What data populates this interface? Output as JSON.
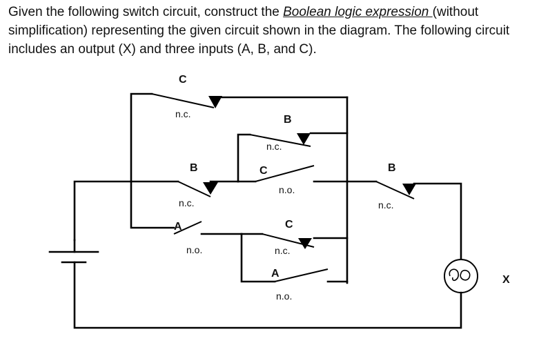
{
  "question": {
    "part1": "Given the following switch circuit, construct the ",
    "link": "Boolean logic expression ",
    "part2": "(without simplification) representing the given circuit shown in the diagram. The following circuit includes an output (X) and three inputs (A, B, and C)."
  },
  "diagram": {
    "switches": {
      "s_top": {
        "input": "C",
        "type": "n.c."
      },
      "s_b_mid": {
        "input": "B",
        "type": "n.c."
      },
      "s_c_mid": {
        "input": "C",
        "type": "n.o."
      },
      "s_b_left": {
        "input": "B",
        "type": "n.c."
      },
      "s_b_right": {
        "input": "B",
        "type": "n.c."
      },
      "s_a_left": {
        "input": "A",
        "type": "n.o."
      },
      "s_c_low": {
        "input": "C",
        "type": "n.c."
      },
      "s_a_low": {
        "input": "A",
        "type": "n.o."
      }
    },
    "output": "X",
    "lamp_icon": "lamp-icon",
    "battery_icon": "battery-icon"
  }
}
